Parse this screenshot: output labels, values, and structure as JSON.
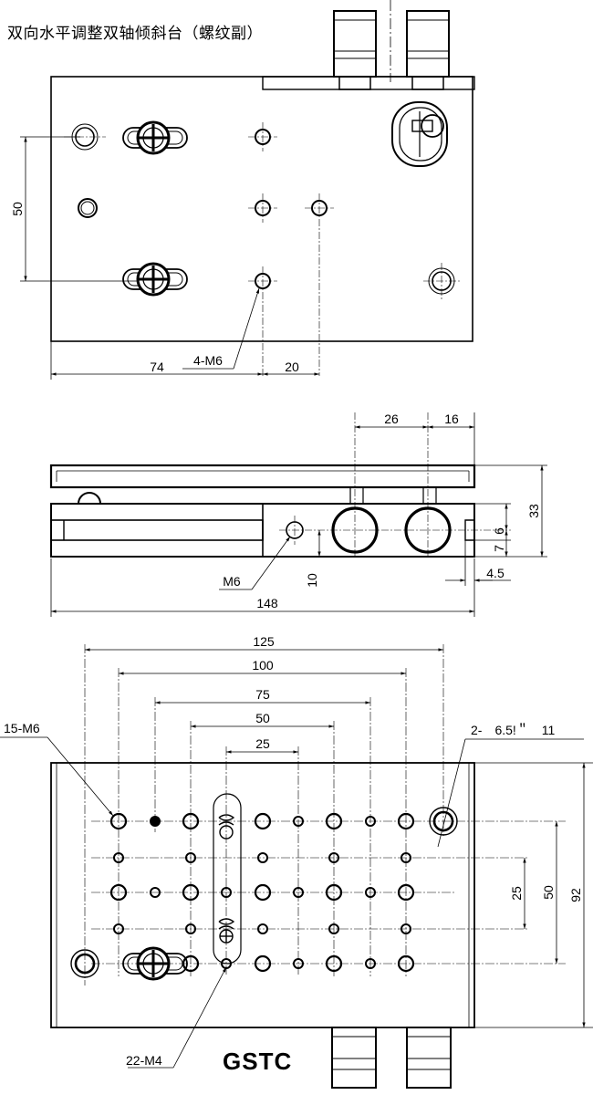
{
  "title": "双向水平调整双轴倾斜台（螺纹副）",
  "brand": "GSTC",
  "top_view": {
    "dim_50": "50",
    "dim_74": "74",
    "dim_20": "20",
    "label_holes": "4-M6"
  },
  "side_view": {
    "dim_26": "26",
    "dim_16": "16",
    "dim_33": "33",
    "dim_7": "7",
    "dim_6": "6",
    "dim_10": "10",
    "dim_4_5": "4.5",
    "dim_148": "148",
    "label_m6": "M6"
  },
  "bottom_view": {
    "dim_125": "125",
    "dim_100": "100",
    "dim_75": "75",
    "dim_50": "50",
    "dim_25": "25",
    "label_15m6": "15-M6",
    "label_counterbore": "2-　6.5!＂　11",
    "dim_v25": "25",
    "dim_v50": "50",
    "dim_v92": "92",
    "label_22m4": "22-M4"
  }
}
